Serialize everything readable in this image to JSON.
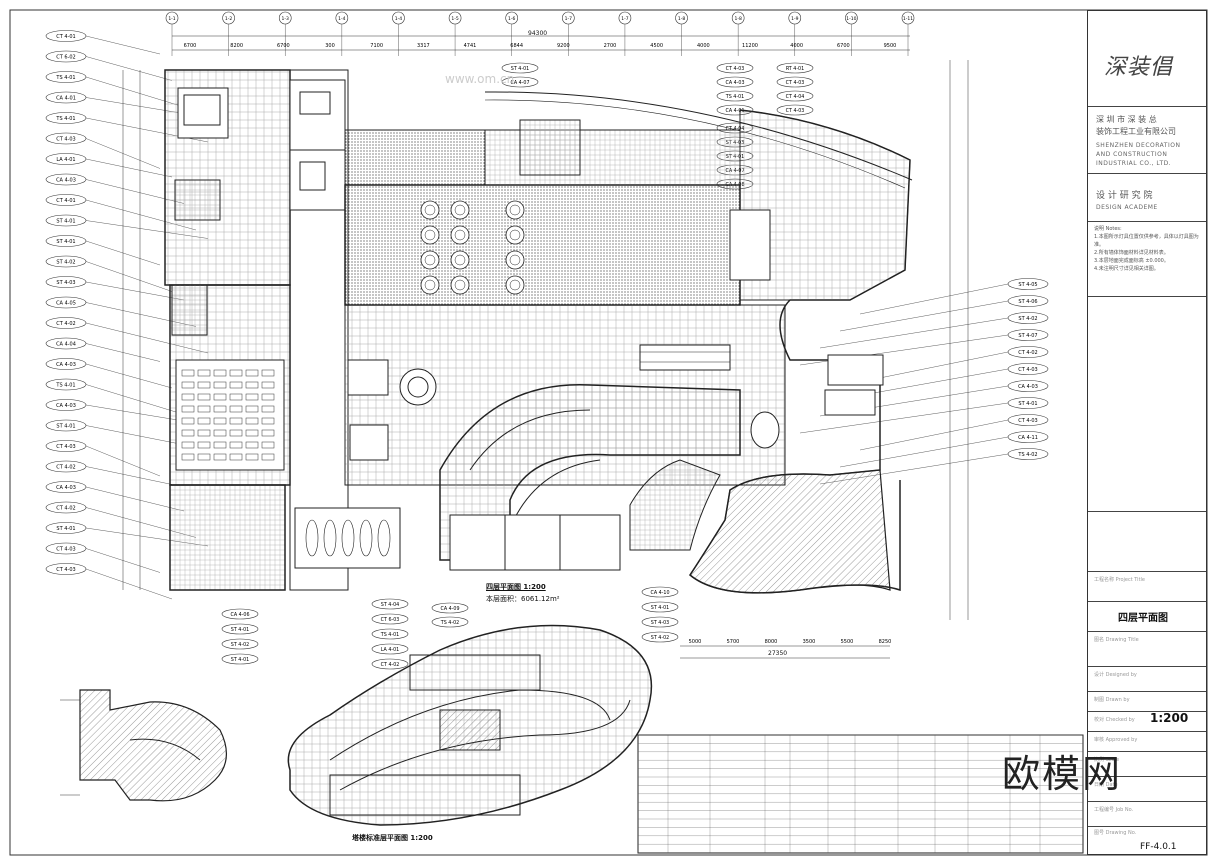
{
  "company": {
    "logo_text": "深装倡",
    "name_cn_1": "深 圳 市 深 装 总",
    "name_cn_2": "装饰工程工业有限公司",
    "name_en_1": "SHENZHEN DECORATION",
    "name_en_2": "AND  CONSTRUCTION",
    "name_en_3": "INDUSTRIAL  CO., LTD.",
    "dept_cn": "设 计 研 究 院",
    "dept_en": "DESIGN  ACADEME"
  },
  "drawing": {
    "title_block_name": "四层平面图",
    "plan_title": "四层平面图  1:200",
    "area_label": "本层面积：6061.12m²",
    "key_plan_title": "塔楼标准层平面图  1:200",
    "scale": "1:200",
    "sheet_no": "FF-4.0.1",
    "total_dim_top": "94300",
    "total_dim_bottom": "27350"
  },
  "watermark": {
    "big": "欧模网",
    "small": "www.om.cn"
  },
  "grid_top": [
    "1-1",
    "1-2",
    "1-3",
    "1-4",
    "1-4",
    "1-5",
    "1-6",
    "1-7",
    "1-7",
    "1-8",
    "1-8",
    "1-9",
    "1-10",
    "1-11"
  ],
  "dims_top": [
    "6700",
    "8200",
    "6700",
    "300",
    "7100",
    "3317",
    "4741",
    "6844",
    "9200",
    "2700",
    "4500",
    "4000",
    "11200",
    "4000",
    "6700",
    "9500"
  ],
  "dims_bottom": [
    "5000",
    "5700",
    "8000",
    "3500",
    "5500",
    "8250"
  ],
  "tags_left": [
    "CT 4-01",
    "CT 6-02",
    "TS 4-01",
    "CA 4-01",
    "TS 4-01",
    "CT 4-03",
    "LA 4-01",
    "CA 4-03",
    "CT 4-01",
    "ST 4-01",
    "ST 4-01",
    "ST 4-02",
    "ST 4-03",
    "CA 4-05",
    "CT 4-02",
    "CA 4-04",
    "CA 4-03",
    "TS 4-01",
    "CA 4-03",
    "ST 4-01",
    "CT 4-03",
    "CT 4-02",
    "CA 4-03",
    "CT 4-02",
    "ST 4-01",
    "CT 4-03",
    "CT 4-03"
  ],
  "tags_right": [
    "ST 4-05",
    "ST 4-06",
    "ST 4-02",
    "ST 4-07",
    "CT 4-02",
    "CT 4-03",
    "CA 4-03",
    "ST 4-01",
    "CT 4-03",
    "CA 4-11",
    "TS 4-02"
  ],
  "tags_top": [
    "ST 4-01",
    "CA 4-07",
    "CT 4-03",
    "CA 4-03",
    "TS 4-01",
    "CA 4-01",
    "CT 4-04",
    "ST 4-03",
    "ST 4-01",
    "CA 4-07",
    "CA 4-08",
    "RT 4-01",
    "CT 4-03",
    "CT 4-04",
    "CT 4-03"
  ],
  "tags_bottom": [
    "CA 4-06",
    "ST 4-01",
    "ST 4-02",
    "ST 4-01",
    "ST 4-04",
    "CT 6-03",
    "TS 4-01",
    "LA 4-01",
    "CT 4-02",
    "CA 4-09",
    "TS 4-02",
    "CA 4-10",
    "ST 4-01",
    "ST 4-03",
    "ST 4-02"
  ],
  "notes": [
    "说明 Notes:",
    "1.本图所示灯具位置仅供参考，具体以灯具图为准。",
    "2.所有墙体饰面材料详见材料表。",
    "3.本层地面完成面标高 ±0.000。",
    "4.未注明尺寸详见相关详图。"
  ],
  "tb_labels": [
    "工程名称 Project Title",
    "图名 Drawing Title",
    "设计 Designed by",
    "制图 Drawn by",
    "校对 Checked by",
    "审核 Approved by",
    "比例 Scale",
    "日期 Date",
    "工程编号 Job No.",
    "图号 Drawing No."
  ]
}
